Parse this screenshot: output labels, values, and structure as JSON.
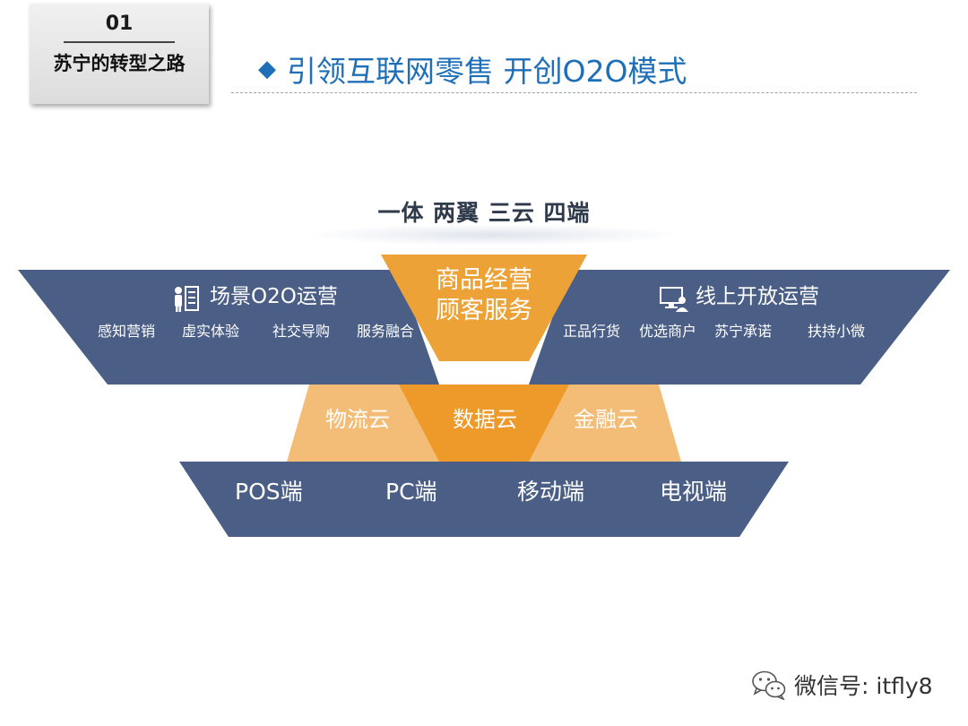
{
  "section": {
    "number": "01",
    "title": "苏宁的转型之路"
  },
  "headline": {
    "text": "引领互联网零售 开创O2O模式"
  },
  "diagram": {
    "title": "一体 两翼 三云 四端",
    "center_top": {
      "line1": "商品经营",
      "line2": "顾客服务"
    },
    "left_wing": {
      "title": "场景O2O运营",
      "icon": "presenter-board-icon",
      "items": [
        "感知营销",
        "虚实体验",
        "社交导购",
        "服务融合"
      ]
    },
    "right_wing": {
      "title": "线上开放运营",
      "icon": "monitor-user-icon",
      "items": [
        "正品行货",
        "优选商户",
        "苏宁承诺",
        "扶持小微"
      ]
    },
    "clouds": [
      "物流云",
      "数据云",
      "金融云"
    ],
    "terminals": [
      "POS端",
      "PC端",
      "移动端",
      "电视端"
    ]
  },
  "watermark": {
    "text": "微信号: itfly8",
    "icon": "wechat-icon"
  },
  "colors": {
    "navy": "#4a5e86",
    "orange": "#eda238",
    "orange_deep": "#ee9a2b",
    "orange_light": "#f4bd77",
    "headline_blue": "#1e6fb7"
  }
}
